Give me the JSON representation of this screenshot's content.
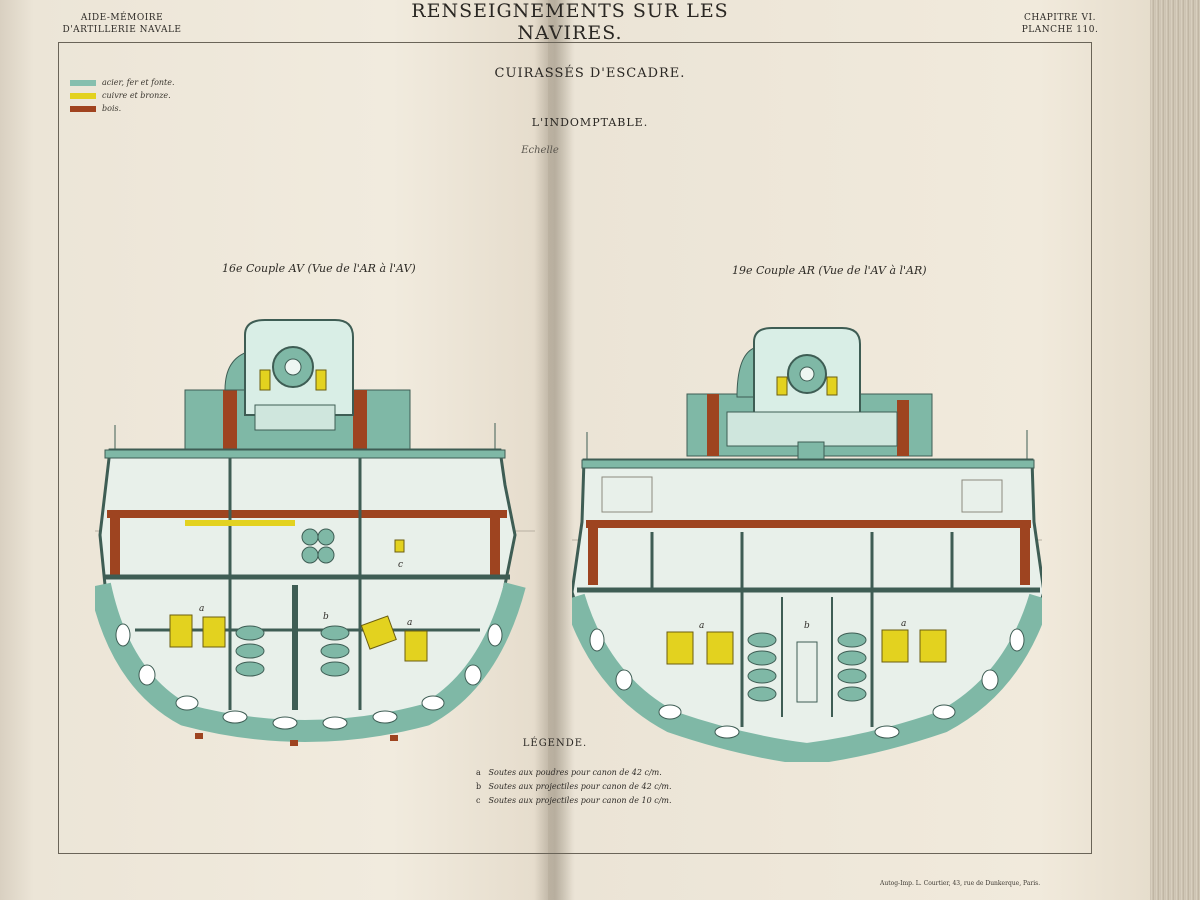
{
  "header": {
    "left_line1": "AIDE-MÉMOIRE",
    "left_line2": "D'ARTILLERIE NAVALE",
    "title": "RENSEIGNEMENTS SUR LES NAVIRES.",
    "right_line1": "CHAPITRE VI.",
    "right_line2": "PLANCHE 110."
  },
  "plate": {
    "subtitle": "CUIRASSÉS D'ESCADRE.",
    "ship_name": "L'INDOMPTABLE.",
    "scale_label": "Echelle"
  },
  "materials": [
    {
      "label": "acier, fer et fonte.",
      "color": "#86bfae"
    },
    {
      "label": "cuivre et bronze.",
      "color": "#e3d21f"
    },
    {
      "label": "bois.",
      "color": "#a0431f"
    }
  ],
  "sections": {
    "left": "16e Couple AV (Vue de l'AR à l'AV)",
    "right": "19e Couple AR (Vue de l'AV à l'AR)"
  },
  "legend": {
    "title": "LÉGENDE.",
    "items": [
      {
        "key": "a",
        "text": "Soutes aux poudres pour canon de 42 c/m."
      },
      {
        "key": "b",
        "text": "Soutes aux projectiles pour canon de 42 c/m."
      },
      {
        "key": "c",
        "text": "Soutes aux projectiles pour canon de 10 c/m."
      }
    ]
  },
  "marks": {
    "a1": "a",
    "a2": "a",
    "b1": "b",
    "c1": "c",
    "a3": "a",
    "a4": "a",
    "b2": "b"
  },
  "imprint": "Autog-Imp. L. Courtier, 43, rue de Dunkerque, Paris."
}
